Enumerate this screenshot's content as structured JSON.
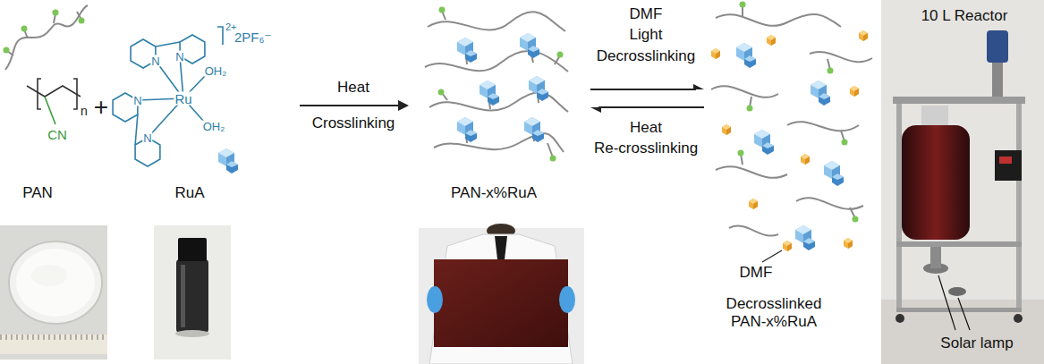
{
  "diagram": {
    "labels": [
      "2+",
      "2PF₆⁻",
      "N",
      "N",
      "Ru",
      "OH₂",
      "N",
      "OH₂",
      "N",
      "CN",
      "n",
      "+",
      "Heat",
      "Crosslinking",
      "DMF",
      "Light",
      "Decrosslinking",
      "Heat",
      "Re-crosslinking",
      "10 L Reactor",
      "PAN",
      "RuA",
      "PAN-x%RuA",
      "DMF",
      "Decrosslinked PAN-x%RuA",
      "Solar lamp"
    ]
  }
}
